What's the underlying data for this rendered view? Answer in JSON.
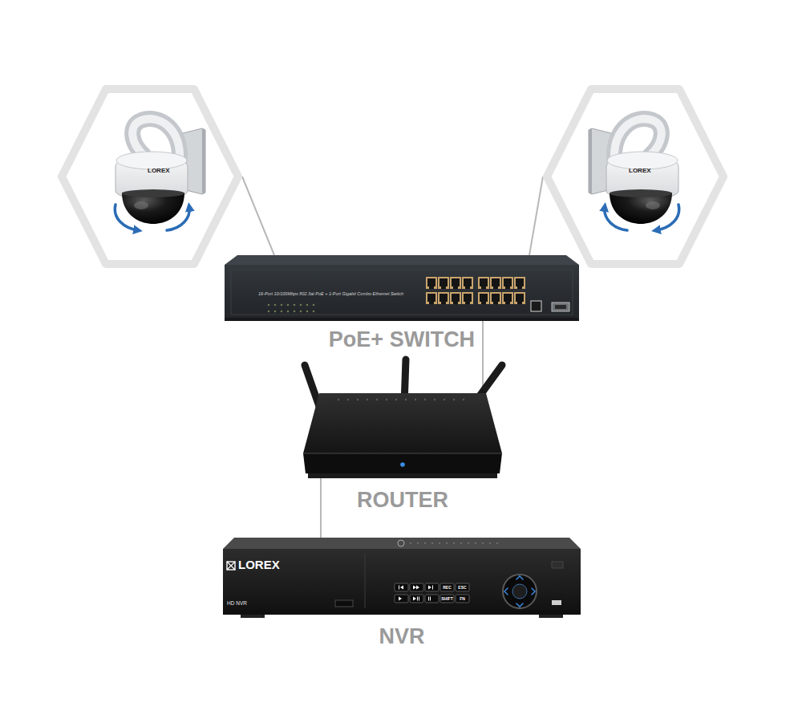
{
  "diagram": {
    "nodes": [
      {
        "text": [
          "LOREX"
        ]
      },
      {
        "text": [
          "LOREX"
        ]
      },
      {
        "text": [
          "16-Port 10/100Mbps 802.3at PoE + 1-Port Gigabit Combo Ethernet Switch",
          "PoE+ SWITCH"
        ]
      },
      {
        "text": [
          "ROUTER"
        ]
      },
      {
        "text": [
          "LOREX",
          "HD NVR",
          "REC",
          "ESC",
          "SHIFT",
          "FN",
          "NVR"
        ]
      }
    ],
    "edges": [
      {
        "from": 0,
        "to": 2,
        "arrow": "none"
      },
      {
        "from": 1,
        "to": 2,
        "arrow": "none"
      },
      {
        "from": 2,
        "to": 3,
        "arrow": "none"
      },
      {
        "from": 3,
        "to": 4,
        "arrow": "none"
      }
    ]
  }
}
